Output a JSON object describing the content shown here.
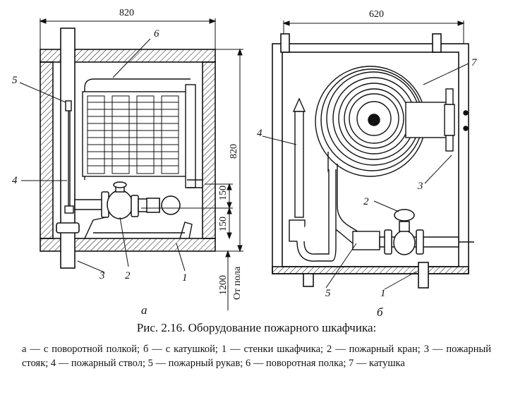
{
  "dimensions": {
    "width_a": "820",
    "height_a": "820",
    "valve_height": "150",
    "lower_height": "150",
    "floor_height": "1200",
    "floor_label": "От пола",
    "width_b": "620"
  },
  "labels_a": {
    "n1": "1",
    "n2": "2",
    "n3": "3",
    "n4": "4",
    "n5": "5",
    "n6": "6"
  },
  "labels_b": {
    "n1": "1",
    "n2": "2",
    "n3": "3",
    "n4": "4",
    "n5": "5",
    "n7": "7"
  },
  "subfig": {
    "a": "а",
    "b": "б"
  },
  "caption": {
    "title": "Рис. 2.16. Оборудование пожарного шкафчика:",
    "legend": "а — с поворотной полкой; б — с катушкой; 1 — стенки шкафчика; 2 — пожарный кран; 3 — пожарный стояк; 4 — пожарный ствол; 5 — пожарный рукав; 6 — поворотная полка; 7 — катушка"
  }
}
